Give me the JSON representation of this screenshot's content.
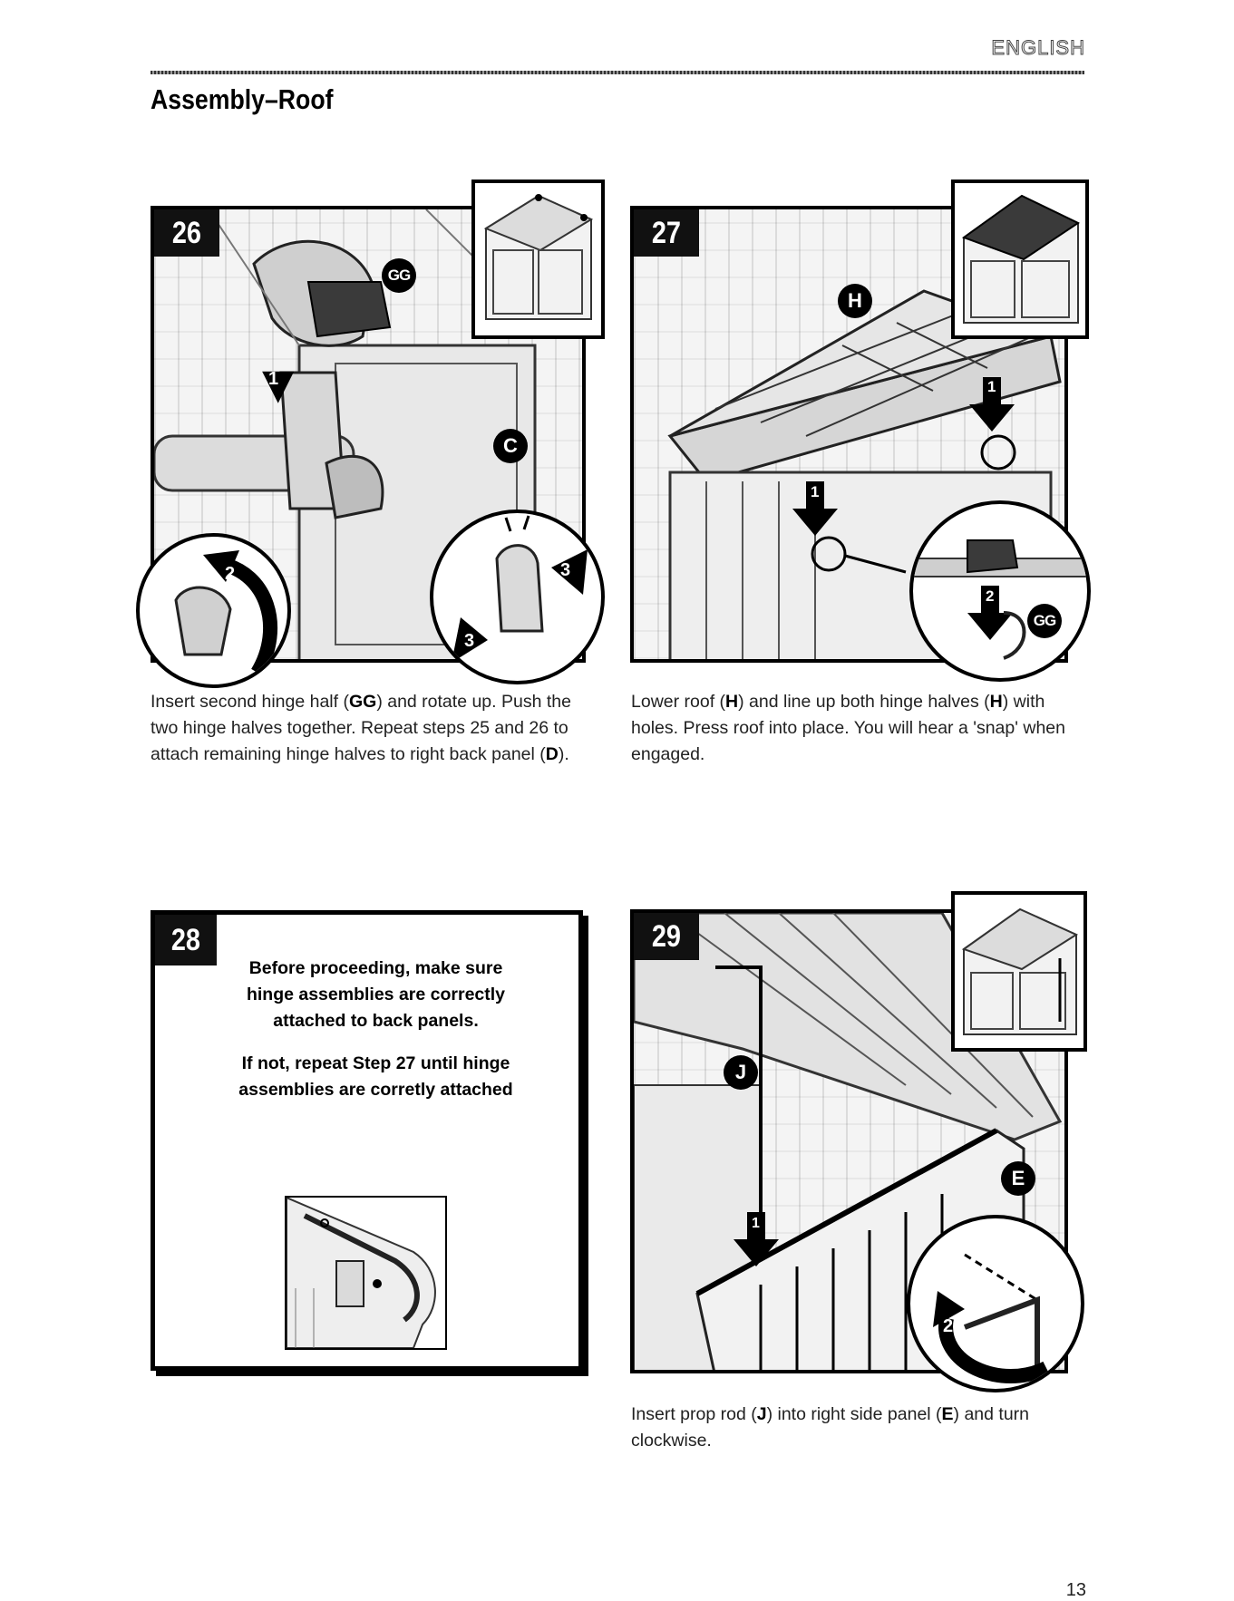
{
  "header": {
    "language": "ENGLISH",
    "section_title": "Assembly–Roof"
  },
  "steps": [
    {
      "number": "26",
      "callouts": [
        "GG",
        "C"
      ],
      "arrow_labels": [
        "1",
        "2",
        "3",
        "3"
      ],
      "caption": {
        "parts": [
          "Insert second hinge half (",
          "GG",
          ") and rotate up. Push the two hinge halves together. Repeat steps 25 and 26 to attach remaining hinge halves to right back panel (",
          "D",
          ")."
        ]
      }
    },
    {
      "number": "27",
      "callouts": [
        "H",
        "GG"
      ],
      "arrow_labels": [
        "1",
        "1",
        "2"
      ],
      "caption": {
        "parts": [
          "Lower roof (",
          "H",
          ") and line up both hinge halves (",
          "H",
          ") with holes. Press roof into place. You will hear a 'snap' when engaged."
        ]
      }
    },
    {
      "number": "28",
      "note_lines": [
        "Before proceeding, make sure",
        "hinge assemblies are correctly",
        "attached to back panels.",
        "If not, repeat Step 27 until hinge",
        "assemblies are corretly attached"
      ]
    },
    {
      "number": "29",
      "callouts": [
        "J",
        "E"
      ],
      "arrow_labels": [
        "1",
        "2"
      ],
      "caption": {
        "parts": [
          "Insert prop rod (",
          "J",
          ") into right side panel (",
          "E",
          ") and turn clockwise."
        ]
      }
    }
  ],
  "footer": {
    "page_number": "13"
  }
}
